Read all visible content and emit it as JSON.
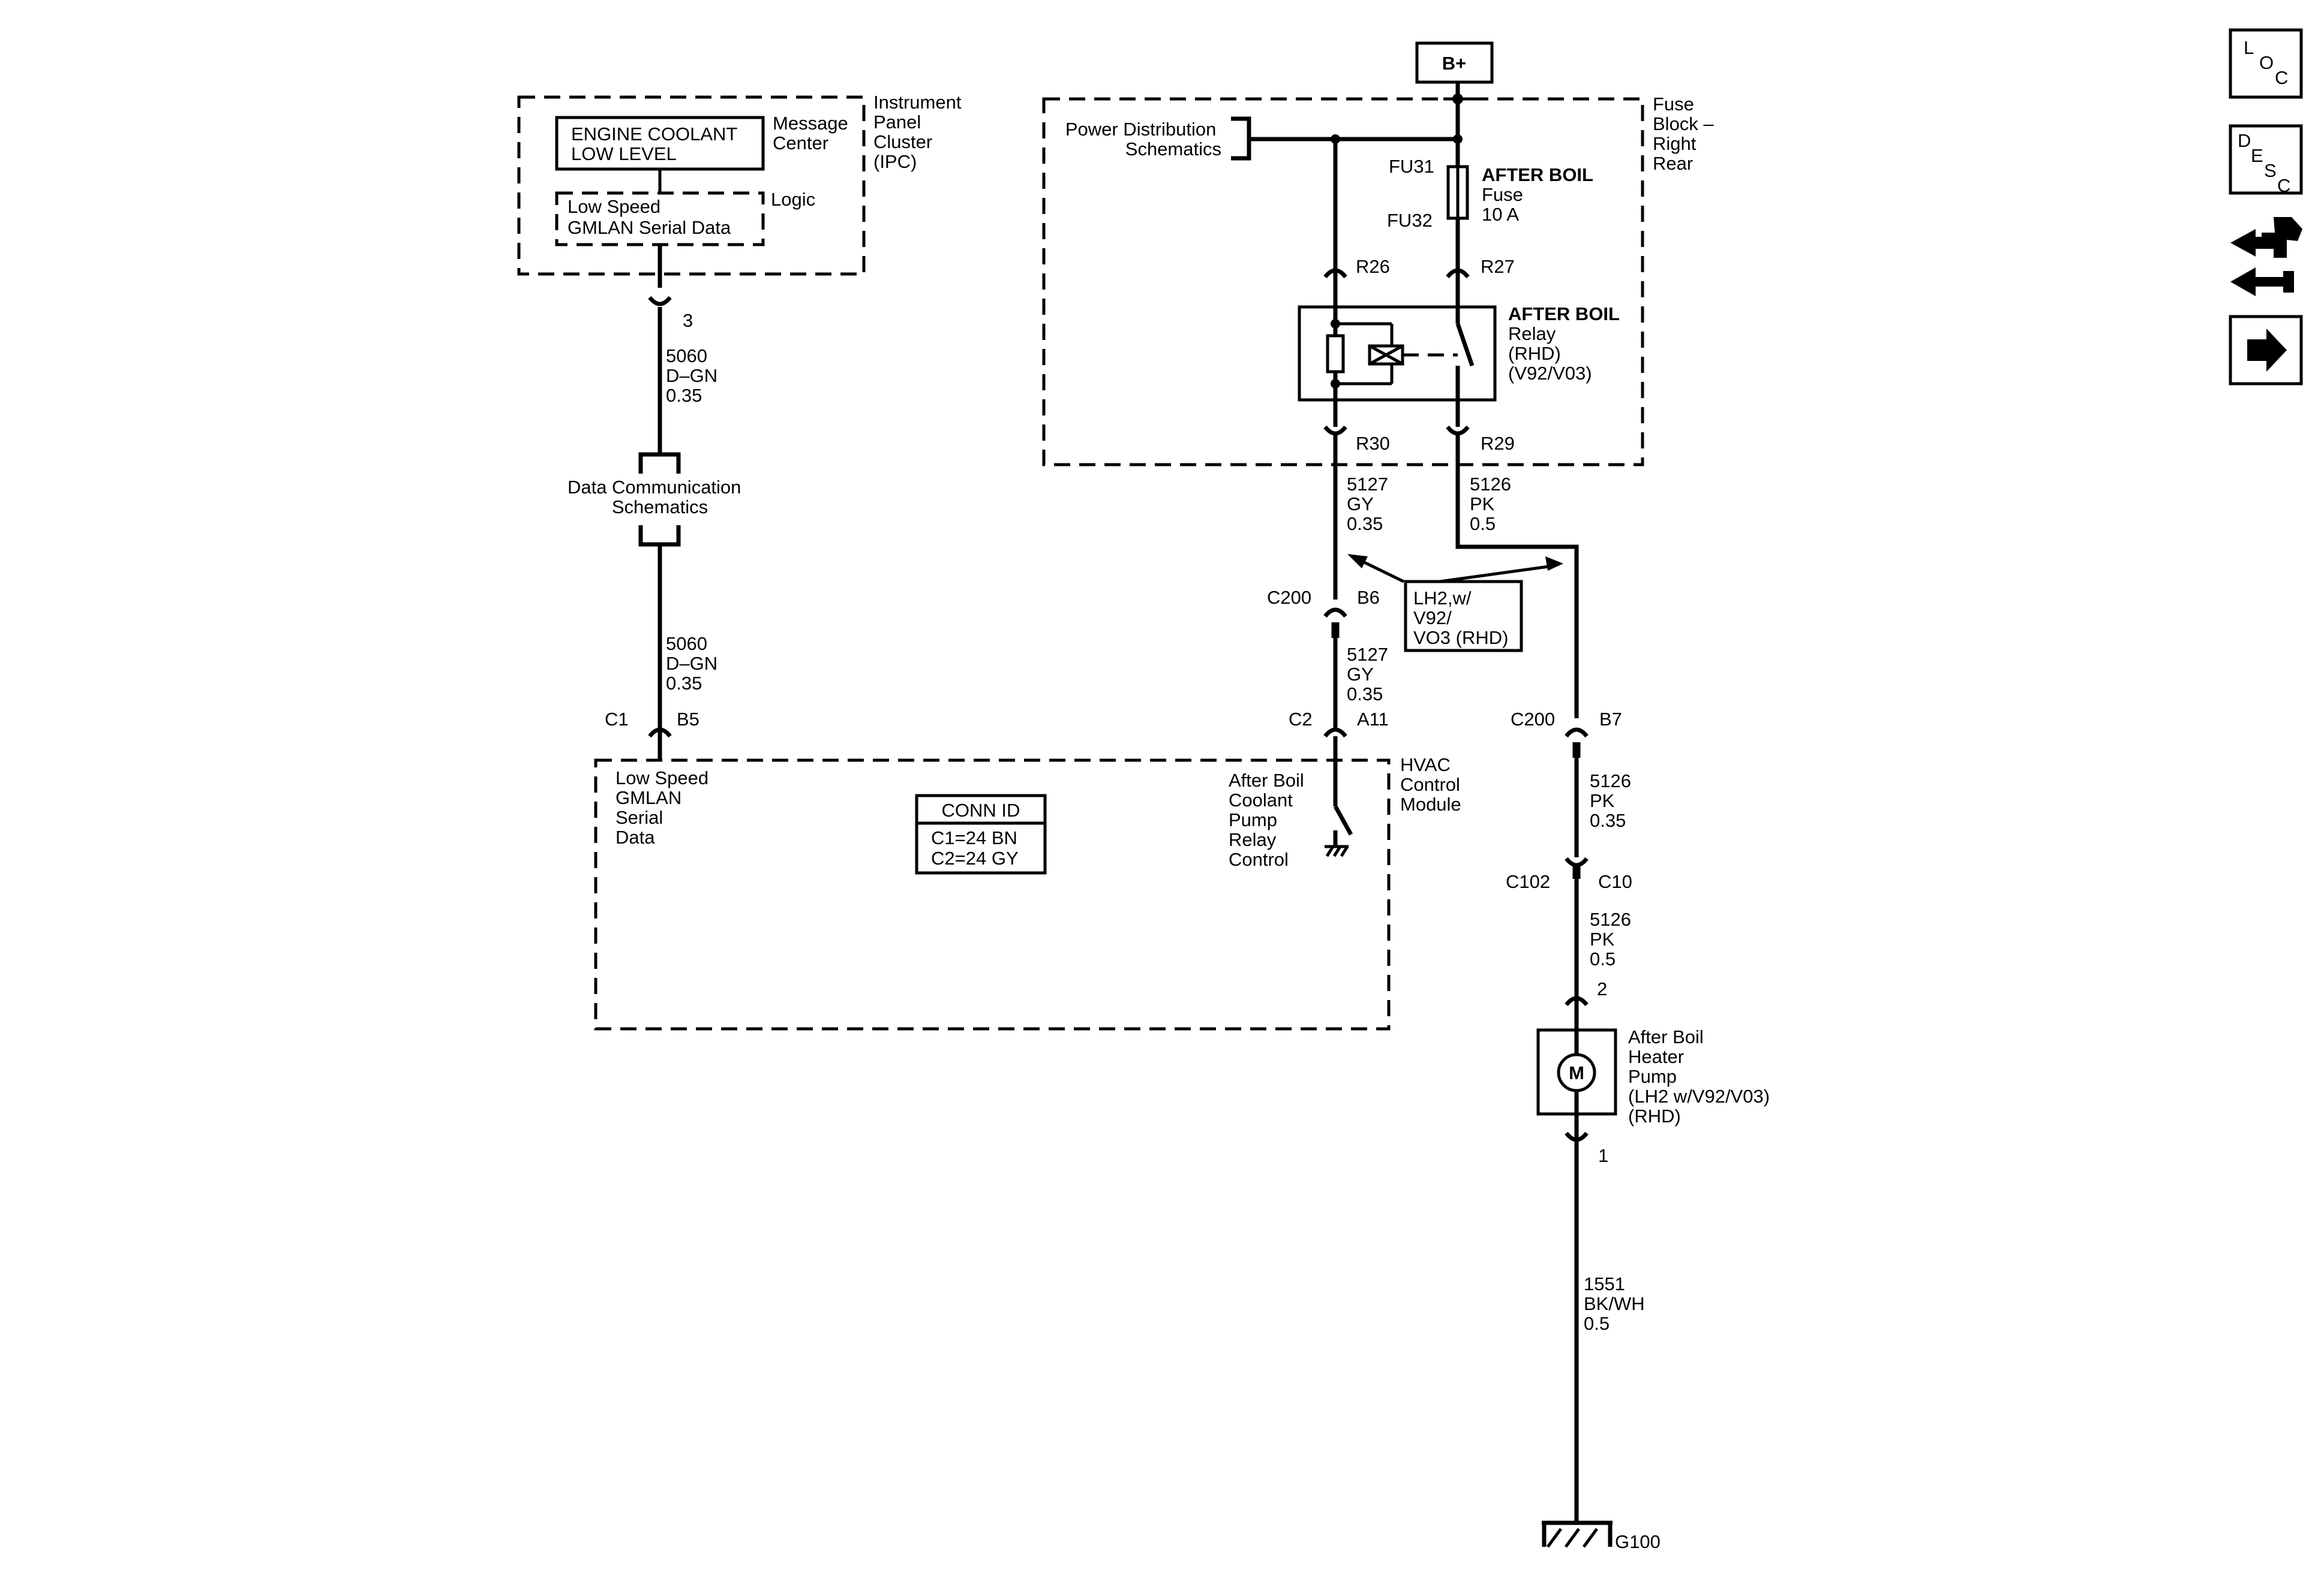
{
  "title_bplus": "B+",
  "ipc": {
    "name_lines": [
      "Instrument",
      "Panel",
      "Cluster",
      "(IPC)"
    ],
    "message_box": [
      "ENGINE COOLANT",
      "LOW LEVEL"
    ],
    "message_label": [
      "Message",
      "Center"
    ],
    "logic_box": [
      "Low Speed",
      "GMLAN Serial Data"
    ],
    "logic_label": "Logic",
    "pin": "3"
  },
  "wire_5060_top": [
    "5060",
    "D–GN",
    "0.35"
  ],
  "data_comm": [
    "Data Communication",
    "Schematics"
  ],
  "wire_5060_bottom": [
    "5060",
    "D–GN",
    "0.35"
  ],
  "fuse_block": {
    "name_lines": [
      "Fuse",
      "Block –",
      "Right",
      "Rear"
    ],
    "power_dist": [
      "Power Distribution",
      "Schematics"
    ],
    "fu31": "FU31",
    "fu32": "FU32",
    "fuse_label": [
      "AFTER BOIL",
      "Fuse",
      "10 A"
    ],
    "r26": "R26",
    "r27": "R27",
    "relay_label": [
      "AFTER BOIL",
      "Relay",
      "(RHD)",
      "(V92/V03)"
    ],
    "r30": "R30",
    "r29": "R29"
  },
  "wire_5127_top": [
    "5127",
    "GY",
    "0.35"
  ],
  "wire_5126_top": [
    "5126",
    "PK",
    "0.5"
  ],
  "option_box": [
    "LH2,w/",
    "V92/",
    "VO3 (RHD)"
  ],
  "c200_left": "C200",
  "b6": "B6",
  "wire_5127_mid": [
    "5127",
    "GY",
    "0.35"
  ],
  "hvac": {
    "c1": "C1",
    "b5": "B5",
    "c2": "C2",
    "a11": "A11",
    "name_lines": [
      "HVAC",
      "Control",
      "Module"
    ],
    "gmlan_lines": [
      "Low Speed",
      "GMLAN",
      "Serial",
      "Data"
    ],
    "conn_id_title": "CONN ID",
    "conn_id_rows": [
      "C1=24 BN",
      "C2=24 GY"
    ],
    "relay_control": [
      "After Boil",
      "Coolant",
      "Pump",
      "Relay",
      "Control"
    ]
  },
  "c200_right": "C200",
  "b7": "B7",
  "wire_5126_mid": [
    "5126",
    "PK",
    "0.35"
  ],
  "c102": "C102",
  "c10": "C10",
  "wire_5126_low": [
    "5126",
    "PK",
    "0.5"
  ],
  "pump": {
    "pin2": "2",
    "motor": "M",
    "label": [
      "After Boil",
      "Heater",
      "Pump",
      "(LH2 w/V92/V03)",
      "(RHD)"
    ],
    "pin1": "1"
  },
  "wire_1551": [
    "1551",
    "BK/WH",
    "0.5"
  ],
  "ground": "G100",
  "nav": {
    "loc": [
      "L",
      "O",
      "C"
    ],
    "desc": [
      "D",
      "E",
      "S",
      "C"
    ]
  }
}
